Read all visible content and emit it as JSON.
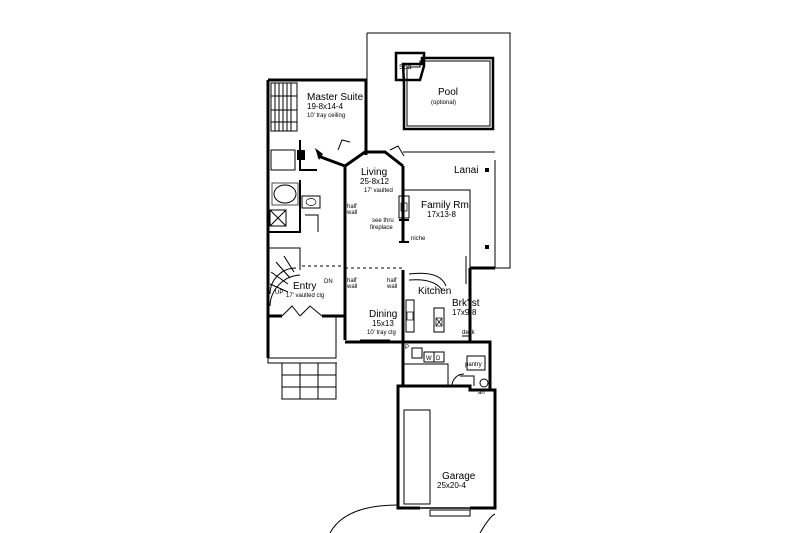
{
  "rooms": {
    "spa": "Spa",
    "pool": {
      "name": "Pool",
      "note": "(optional)"
    },
    "master": {
      "name": "Master Suite",
      "dim": "19-8x14-4",
      "note": "10' tray ceiling"
    },
    "living": {
      "name": "Living",
      "dim": "25-8x12",
      "note": "17' vaulted"
    },
    "lanai": "Lanai",
    "family": {
      "name": "Family Rm",
      "dim": "17x13-8"
    },
    "entry": {
      "name": "Entry",
      "note": "17' vaulted clg"
    },
    "kitchen": "Kitchen",
    "brkfst": {
      "name": "Brk'fst",
      "dim": "17x9-8"
    },
    "dining": {
      "name": "Dining",
      "dim": "15x13",
      "note": "10' tray clg"
    },
    "garage": {
      "name": "Garage",
      "dim": "25x20-4"
    }
  },
  "labels": {
    "half_wall_1": [
      "half",
      "wall"
    ],
    "half_wall_2": [
      "half",
      "wall"
    ],
    "half_wall_3": [
      "half",
      "wall"
    ],
    "fireplace": [
      "see thru",
      "fireplace"
    ],
    "niche": "niche",
    "up": "UP",
    "dn": "DN",
    "desk": "desk",
    "pantry": "pantry",
    "p": "P",
    "w": "W",
    "d": "D",
    "ah": "ah"
  }
}
